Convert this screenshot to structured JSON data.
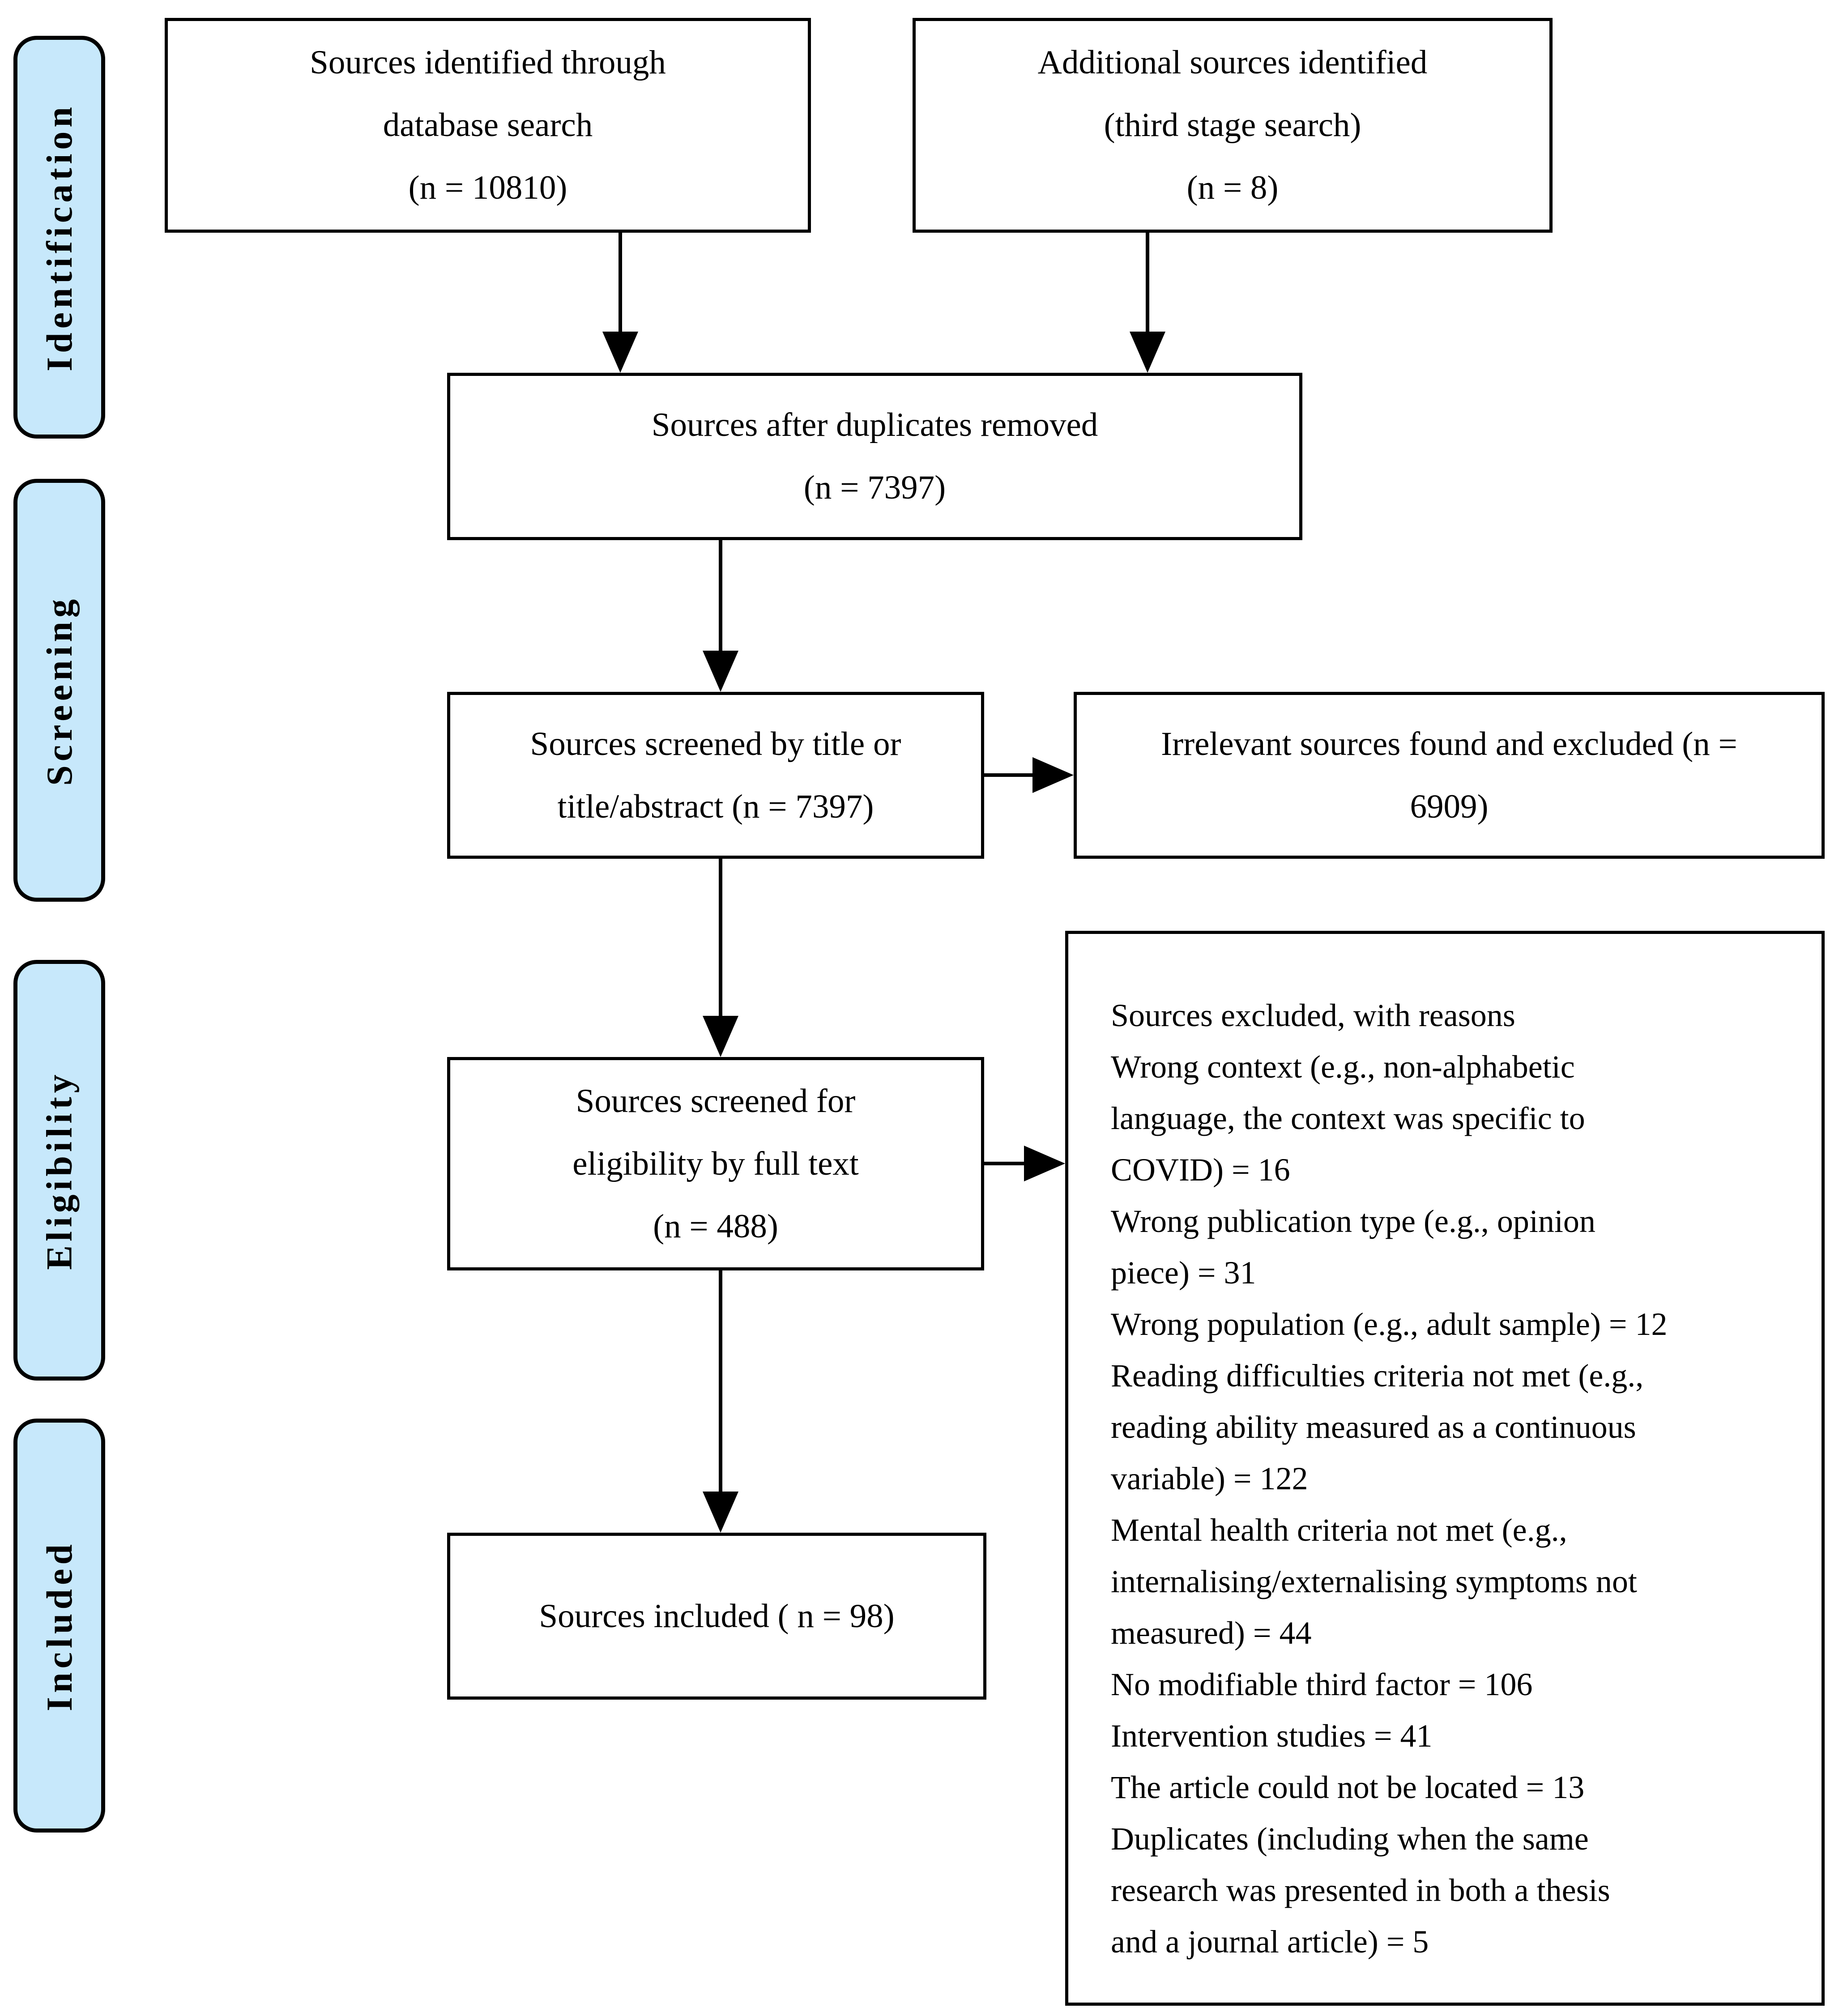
{
  "sidebar": {
    "labels": [
      "Identification",
      "Screening",
      "Eligibility",
      "Included"
    ]
  },
  "boxes": {
    "db_search": {
      "text": "Sources identified through\ndatabase search\n(n = 10810)"
    },
    "additional": {
      "text": "Additional sources identified\n(third stage search)\n(n = 8)"
    },
    "duplicates_removed": {
      "text": "Sources after duplicates removed\n(n = 7397)"
    },
    "title_screen": {
      "text": "Sources screened by title or\ntitle/abstract (n = 7397)"
    },
    "irrelevant_excluded": {
      "text": "Irrelevant sources found and excluded (n =\n6909)"
    },
    "fulltext_screen": {
      "text": "Sources screened for\neligibility by full text\n(n = 488)"
    },
    "excluded_reasons": {
      "text": "Sources excluded, with reasons\nWrong context (e.g., non-alphabetic\nlanguage, the context was specific to\nCOVID) = 16\nWrong publication type (e.g., opinion\npiece) = 31\nWrong population (e.g., adult sample) = 12\nReading difficulties criteria not met (e.g.,\nreading ability measured as a continuous\nvariable) = 122\nMental health criteria not met (e.g.,\ninternalising/externalising symptoms not\nmeasured) = 44\nNo modifiable third factor = 106\nIntervention studies = 41\nThe article could not be located = 13\nDuplicates (including when the same\nresearch was presented in both a thesis\nand a journal article) = 5"
    },
    "included": {
      "text": "Sources included ( n = 98)"
    }
  },
  "colors": {
    "stage_fill": "#c7e8fb",
    "border": "#000000",
    "box_bg": "#ffffff"
  }
}
